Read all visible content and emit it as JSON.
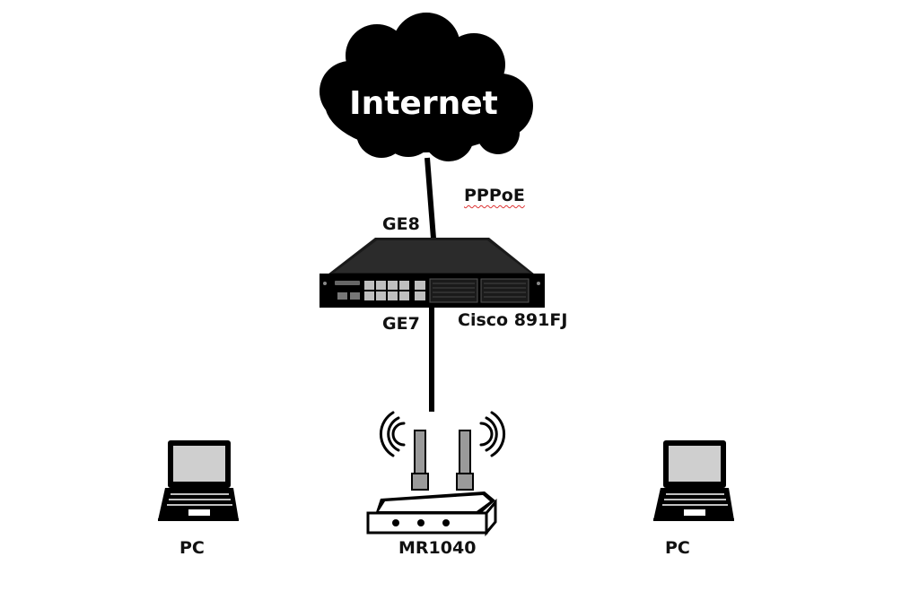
{
  "nodes": {
    "internet": {
      "label": "Internet"
    },
    "router": {
      "label": "Cisco 891FJ"
    },
    "access_point": {
      "label": "MR1040"
    },
    "pc_left": {
      "label": "PC"
    },
    "pc_right": {
      "label": "PC"
    }
  },
  "links": {
    "wan": {
      "port": "GE8",
      "protocol": "PPPoE"
    },
    "lan": {
      "port": "GE7"
    }
  },
  "colors": {
    "line": "#000000",
    "background": "#ffffff",
    "screen": "#cfcfcf",
    "antenna": "#9a9a9a"
  }
}
